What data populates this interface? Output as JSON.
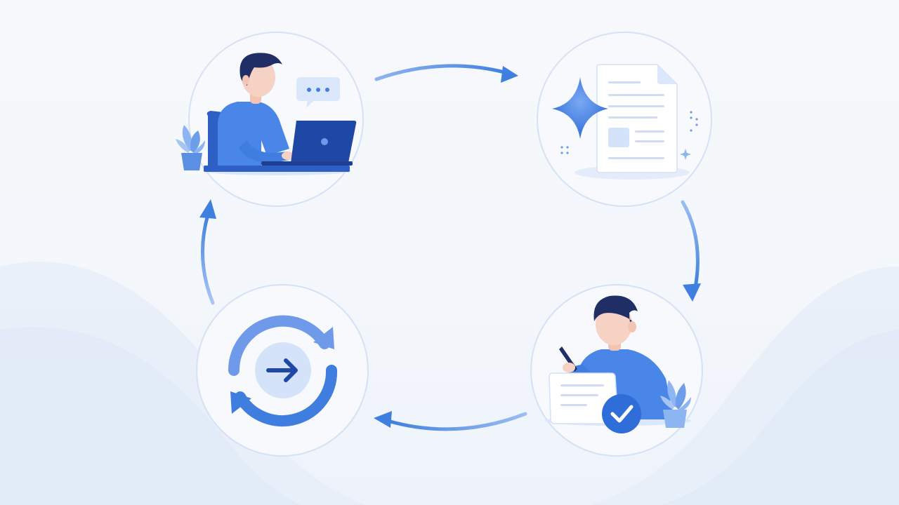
{
  "diagram": {
    "type": "cycle",
    "steps": [
      {
        "id": "user-request",
        "icon": "person-at-laptop-with-chat-bubble-icon"
      },
      {
        "id": "ai-document",
        "icon": "sparkle-document-icon"
      },
      {
        "id": "review-approve",
        "icon": "person-writing-with-checkmark-icon"
      },
      {
        "id": "iterate",
        "icon": "refresh-cycle-arrow-icon"
      }
    ],
    "flow": "clockwise"
  },
  "colors": {
    "primary": "#3f7fe0",
    "dark": "#123a8c",
    "navy": "#1f2f66",
    "skin": "#f6d2c4",
    "light": "#dbe7fb",
    "circle_fill": "#f7f9fd",
    "circle_stroke": "#d5e2f5",
    "arrow": "#4a86e8"
  }
}
